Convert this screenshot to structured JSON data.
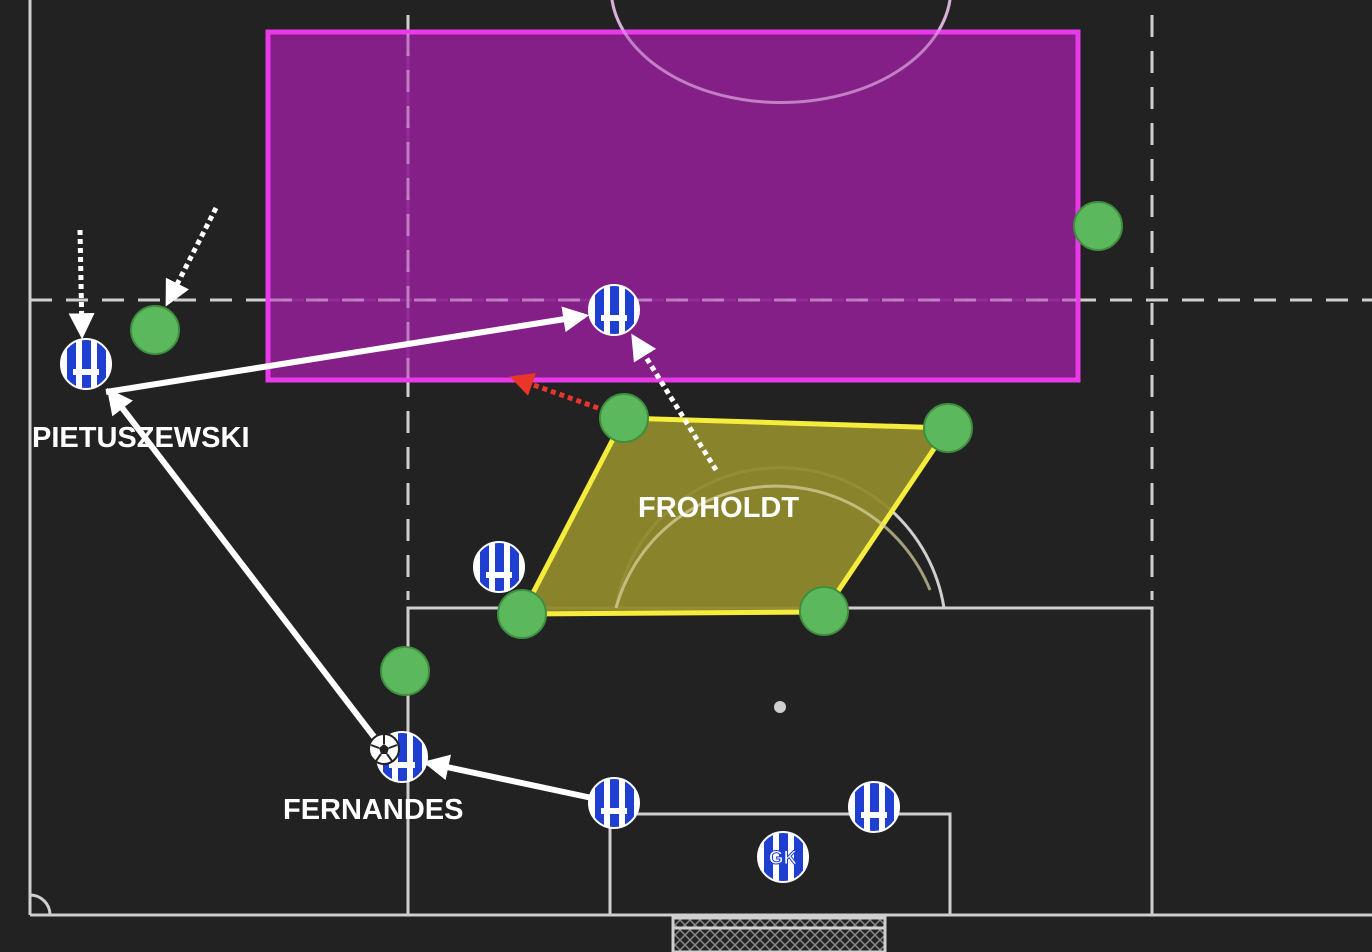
{
  "colors": {
    "background": "#222222",
    "pitch_lines": "#cfcfcf",
    "zone_fill": "#8c2090",
    "zone_border": "#e83ae8",
    "shape_fill": "#8f8a2c",
    "shape_border": "#f5ec3c",
    "opponent": "#5cb85c",
    "team_primary": "#1e3fd0",
    "team_secondary": "#ffffff",
    "pass_arrow": "#ffffff",
    "run_arrow": "#ffffff",
    "press_arrow": "#e8362a"
  },
  "players": {
    "pietuszewski": {
      "name": "PIETUSZEWSKI"
    },
    "froholdt": {
      "name": "FROHOLDT"
    },
    "fernandes": {
      "name": "FERNANDES"
    },
    "goalkeeper": {
      "badge": "GK"
    }
  },
  "icons": {
    "team_player": "striped-shirt-token-icon",
    "opponent_player": "green-circle-token-icon",
    "ball": "football-icon",
    "goal": "goal-net-icon"
  }
}
